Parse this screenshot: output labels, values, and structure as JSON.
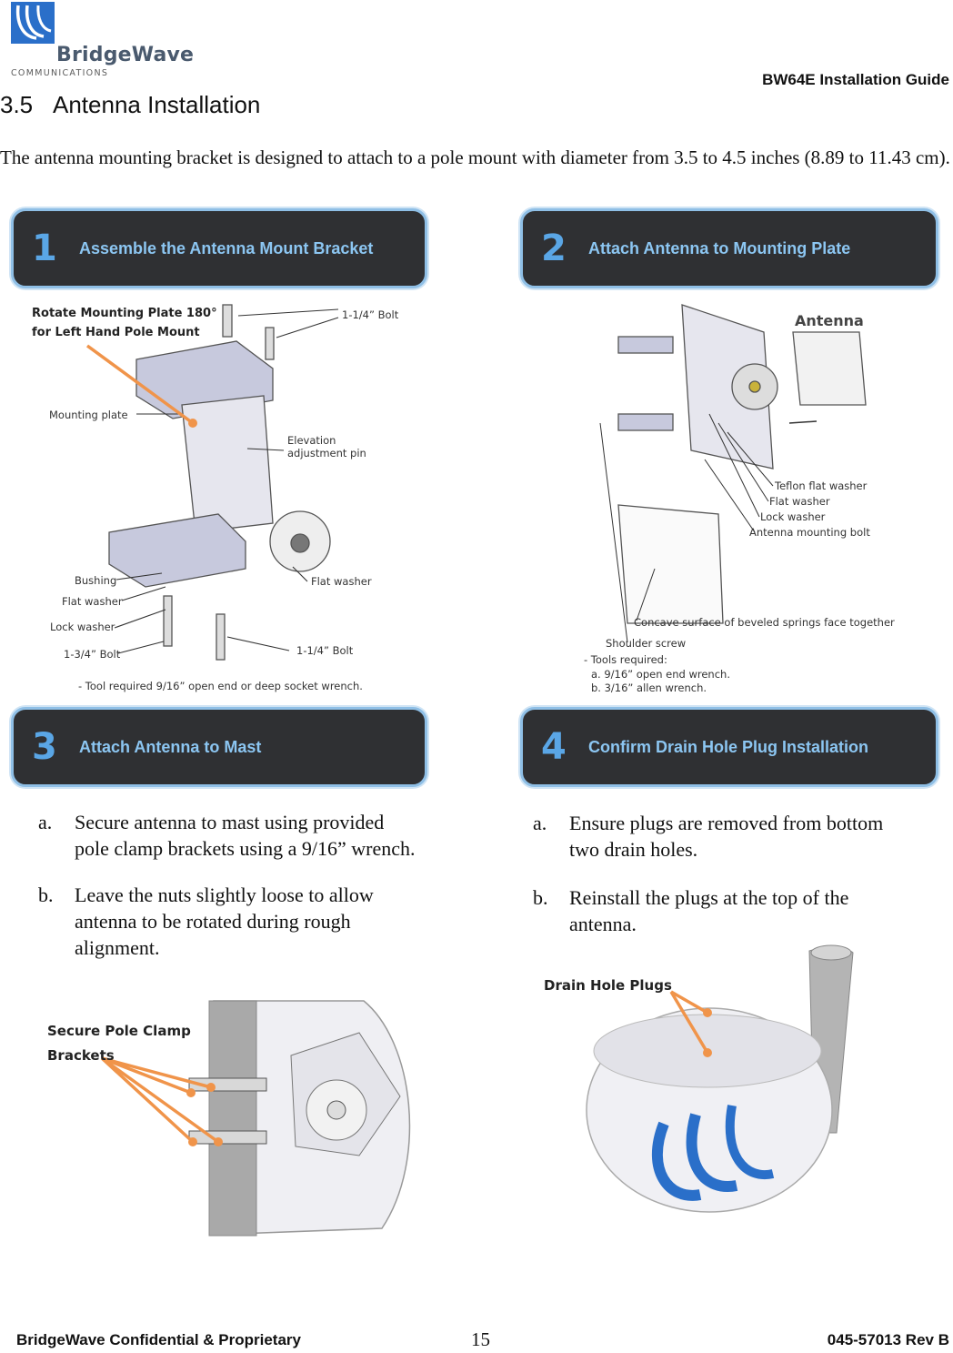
{
  "header": {
    "logo_name": "BridgeWave",
    "logo_sub": "COMMUNICATIONS",
    "guide_title": "BW64E Installation Guide"
  },
  "section": {
    "number": "3.5",
    "title": "Antenna Installation",
    "intro": "The antenna mounting bracket is designed to attach to a pole mount with diameter from 3.5 to 4.5 inches (8.89 to 11.43 cm)."
  },
  "steps": [
    {
      "number": "1",
      "title": "Assemble the Antenna Mount Bracket"
    },
    {
      "number": "2",
      "title": "Attach Antenna to Mounting Plate"
    },
    {
      "number": "3",
      "title": "Attach Antenna to Mast"
    },
    {
      "number": "4",
      "title": "Confirm Drain Hole Plug Installation"
    }
  ],
  "figure1": {
    "callout_line1": "Rotate Mounting Plate 180°",
    "callout_line2": "for Left Hand Pole Mount",
    "labels": {
      "bolt_top": "1-1/4” Bolt",
      "mounting_plate": "Mounting plate",
      "elevation_pin_1": "Elevation",
      "elevation_pin_2": "adjustment pin",
      "bushing": "Bushing",
      "flat_washer_left": "Flat washer",
      "flat_washer_right": "Flat washer",
      "lock_washer": "Lock washer",
      "bolt_34": "1-3/4” Bolt",
      "bolt_bottom": "1-1/4” Bolt",
      "tool_note": "- Tool required 9/16” open end or deep socket wrench."
    }
  },
  "figure2": {
    "labels": {
      "antenna": "Antenna",
      "teflon": "Teflon flat washer",
      "flat_washer": "Flat washer",
      "lock_washer": "Lock washer",
      "mount_bolt": "Antenna mounting bolt",
      "concave": "Concave surface of beveled springs face together",
      "shoulder": "Shoulder screw",
      "tools": "- Tools required:",
      "tool_a": "a. 9/16” open end wrench.",
      "tool_b": "b. 3/16” allen wrench."
    }
  },
  "step3_list": [
    {
      "label": "a.",
      "text": "Secure antenna to mast using provided pole clamp brackets using a 9/16” wrench."
    },
    {
      "label": "b.",
      "text": "Leave the nuts slightly loose to allow antenna to be rotated during rough alignment."
    }
  ],
  "step4_list": [
    {
      "label": "a.",
      "text": "Ensure plugs are removed from bottom two drain holes."
    },
    {
      "label": "b.",
      "text": "Reinstall the plugs at the top of the antenna."
    }
  ],
  "figure3": {
    "callout_line1": "Secure Pole Clamp",
    "callout_line2": "Brackets"
  },
  "figure4": {
    "callout": "Drain Hole Plugs"
  },
  "footer": {
    "left": "BridgeWave Confidential & Proprietary",
    "page": "15",
    "right": "045-57013 Rev B"
  },
  "colors": {
    "banner_bg": "#2f3033",
    "banner_border": "#8fbfe6",
    "step_number": "#5aa6e6",
    "step_title": "#8cc6f2",
    "callout_line": "#f0944a",
    "logo_blue": "#2a6fc9"
  }
}
